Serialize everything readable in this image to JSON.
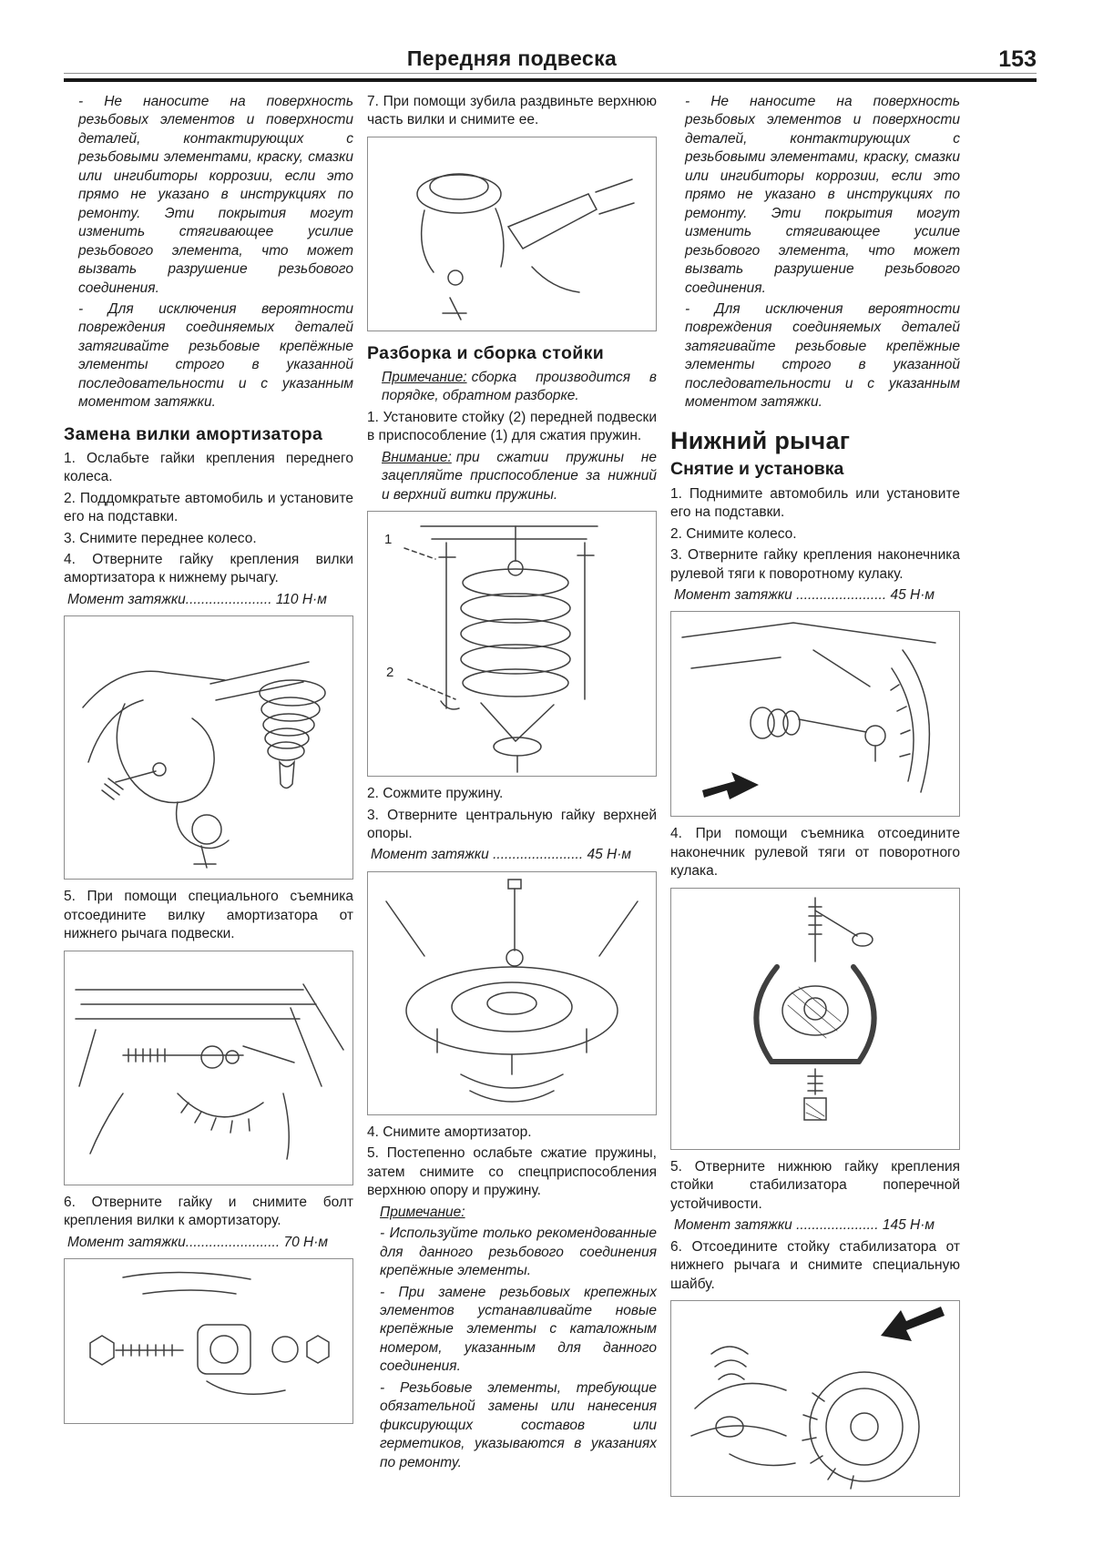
{
  "header": {
    "title": "Передняя подвеска",
    "page_number": "153"
  },
  "left": {
    "note_1": "- Не наносите на поверхность резьбовых элементов и поверхности деталей, контактирующих с резьбовыми элементами, краску, смазки или ингибиторы коррозии, если это прямо не указано в инструкциях по ремонту. Эти покрытия могут изменить стягивающее усилие резьбового элемента, что может вызвать разрушение резьбового соединения.",
    "note_2": "- Для исключения вероятности повреждения соединяемых деталей затягивайте резьбовые крепёжные элементы строго в указанной последовательности и с указанным моментом затяжки.",
    "heading": "Замена вилки амортизатора",
    "step_1": "1. Ослабьте гайки крепления переднего колеса.",
    "step_2": "2. Поддомкратьте автомобиль и установите его на подставки.",
    "step_3": "3. Снимите переднее колесо.",
    "step_4": "4. Отверните гайку крепления вилки амортизатора к нижнему рычагу.",
    "torque_110": "Момент затяжки...................... 110 Н·м",
    "step_5": "5. При помощи специального съемника отсоедините вилку амортизатора от нижнего рычага подвески.",
    "step_6": "6. Отверните гайку и снимите болт крепления вилки к амортизатору.",
    "torque_70": "Момент затяжки........................ 70 Н·м"
  },
  "middle": {
    "step_7": "7. При помощи зубила раздвиньте верхнюю часть вилки и снимите ее.",
    "heading": "Разборка и сборка стойки",
    "note_label": "Примечание:",
    "note_text": "сборка производится в порядке, обратном разборке.",
    "step_1": "1. Установите стойку (2) передней подвески в приспособление (1) для сжатия пружин.",
    "warning_label": "Внимание:",
    "warning_text": "при сжатии пружины не зацепляйте приспособление за нижний и верхний витки пружины.",
    "callout_1": "1",
    "callout_2": "2",
    "step_2": "2. Сожмите пружину.",
    "step_3": "3. Отверните центральную гайку верхней опоры.",
    "torque_45": "Момент затяжки ....................... 45 Н·м",
    "step_4": "4. Снимите амортизатор.",
    "step_5": "5. Постепенно ослабьте сжатие пружины, затем снимите со спецприспособления верхнюю опору и пружину.",
    "notes_label": "Примечание:",
    "note_a": "- Используйте только рекомендованные для данного резьбового соединения крепёжные элементы.",
    "note_b": "- При замене резьбовых крепежных элементов устанавливайте новые крепёжные элементы с каталожным номером, указанным для данного соединения.",
    "note_c": "- Резьбовые элементы, требующие обязательной замены или нанесения фиксирующих составов или герметиков, указываются в указаниях по ремонту."
  },
  "right": {
    "note_1": "- Не наносите на поверхность резьбовых элементов и поверхности деталей, контактирующих с резьбовыми элементами, краску, смазки или ингибиторы коррозии, если это прямо не указано в инструкциях по ремонту. Эти покрытия могут изменить стягивающее усилие резьбового элемента, что может вызвать разрушение резьбового соединения.",
    "note_2": "- Для исключения вероятности повреждения соединяемых деталей затягивайте резьбовые крепёжные элементы строго в указанной последовательности и с указанным моментом затяжки.",
    "heading": "Нижний рычаг",
    "subheading": "Снятие и установка",
    "step_1": "1. Поднимите автомобиль или установите его на подставки.",
    "step_2": "2. Снимите колесо.",
    "step_3": "3. Отверните гайку крепления наконечника рулевой тяги к поворотному кулаку.",
    "torque_45": "Момент затяжки ....................... 45 Н·м",
    "step_4": "4. При помощи съемника отсоедините наконечник рулевой тяги от поворотного кулака.",
    "step_5": "5. Отверните нижнюю гайку крепления стойки стабилизатора поперечной устойчивости.",
    "torque_145": "Момент затяжки ..................... 145 Н·м",
    "step_6": "6. Отсоедините стойку стабилизатора от нижнего рычага и снимите специальную шайбу."
  }
}
